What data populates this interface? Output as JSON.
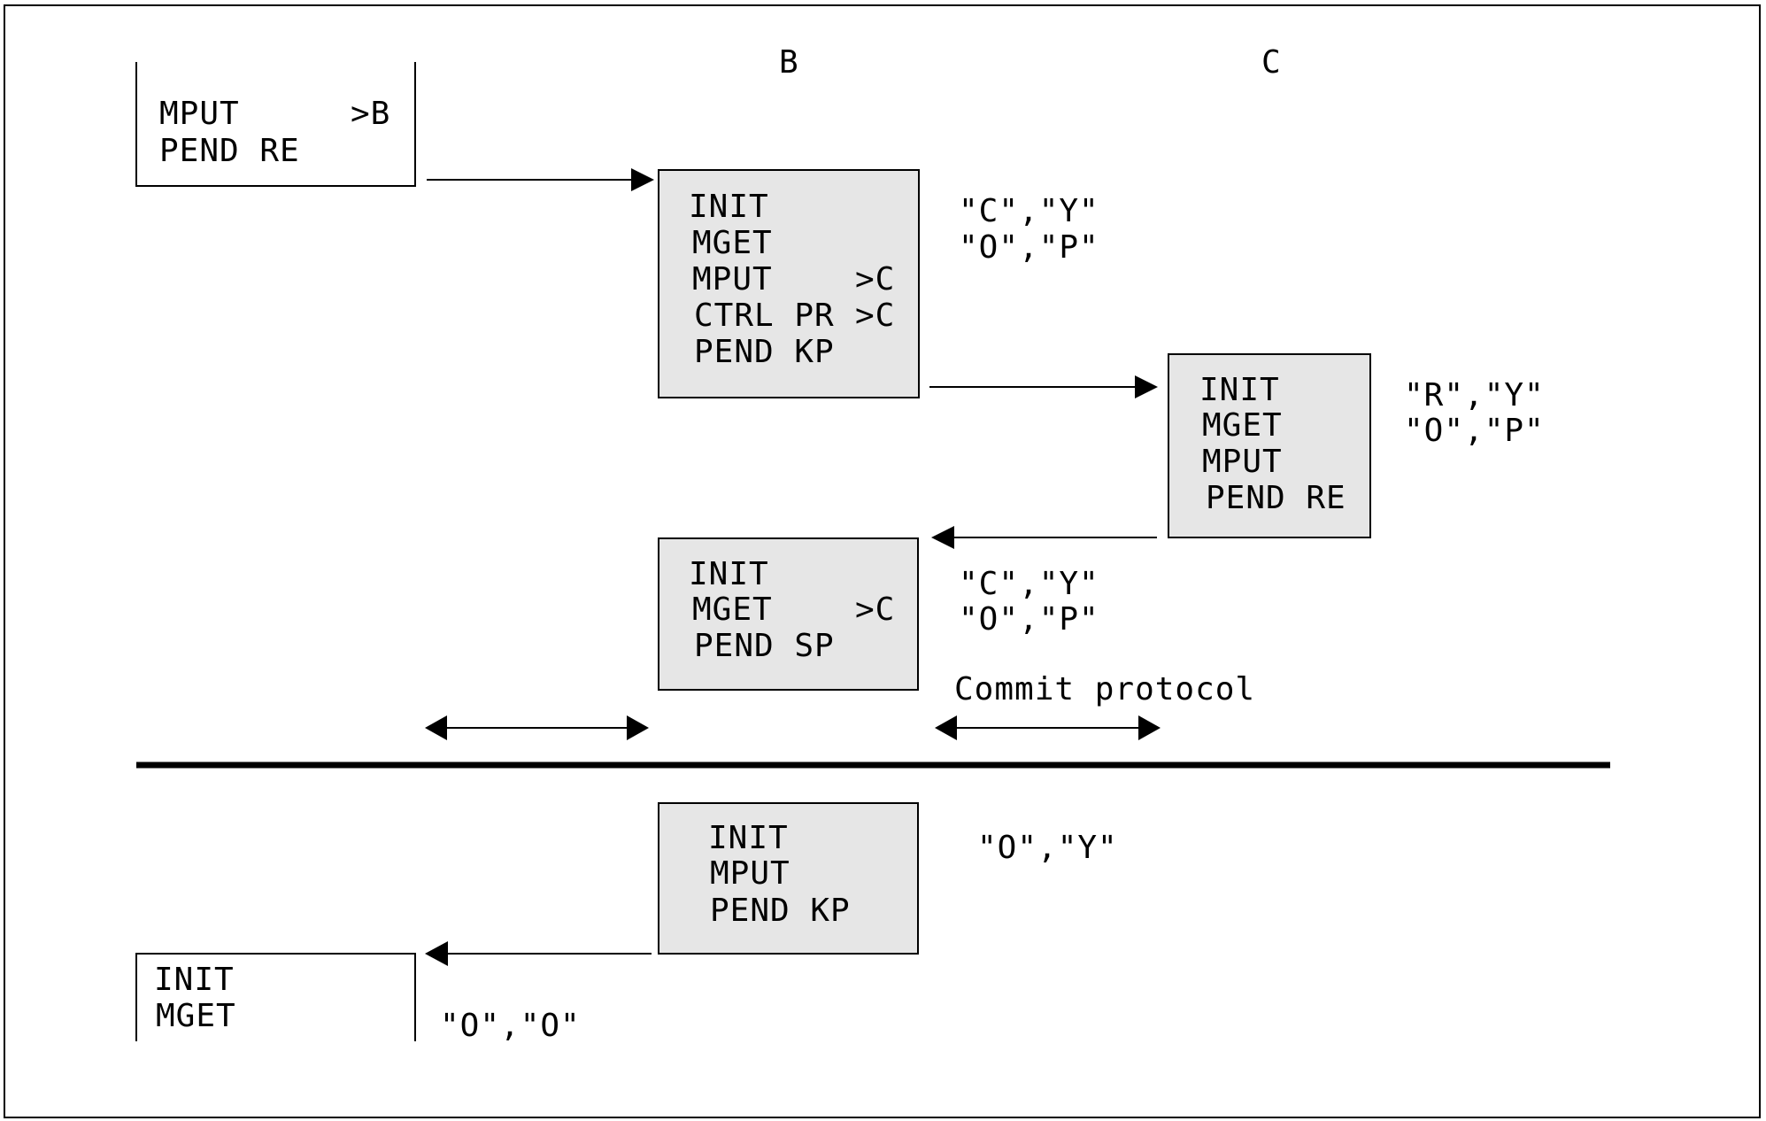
{
  "columns": {
    "b_label": "B",
    "c_label": "C"
  },
  "blocks": {
    "a_start": {
      "lines": [
        "MPUT",
        "PEND RE"
      ],
      "targets": [
        ">B",
        ""
      ]
    },
    "b_first": {
      "lines": [
        "INIT",
        "MGET",
        "MPUT",
        "CTRL PR",
        "PEND KP"
      ],
      "targets": [
        "",
        "",
        ">C",
        ">C",
        ""
      ]
    },
    "c_block": {
      "lines": [
        "INIT",
        "MGET",
        "MPUT",
        "PEND RE"
      ],
      "targets": [
        "",
        "",
        "",
        ""
      ]
    },
    "b_second": {
      "lines": [
        "INIT",
        "MGET",
        "PEND SP"
      ],
      "targets": [
        "",
        ">C",
        ""
      ]
    },
    "b_third": {
      "lines": [
        "INIT",
        "MPUT",
        "PEND KP"
      ],
      "targets": [
        "",
        "",
        ""
      ]
    },
    "a_end": {
      "lines": [
        "INIT",
        "MGET"
      ],
      "targets": [
        "",
        ""
      ]
    }
  },
  "annotations": {
    "b_first": [
      "\"C\",\"Y\"",
      "\"O\",\"P\""
    ],
    "c_block": [
      "\"R\",\"Y\"",
      "\"O\",\"P\""
    ],
    "b_second": [
      "\"C\",\"Y\"",
      "\"O\",\"P\""
    ],
    "b_third": [
      "\"O\",\"Y\""
    ],
    "a_end": [
      "\"O\",\"O\""
    ]
  },
  "commit_label": "Commit protocol"
}
